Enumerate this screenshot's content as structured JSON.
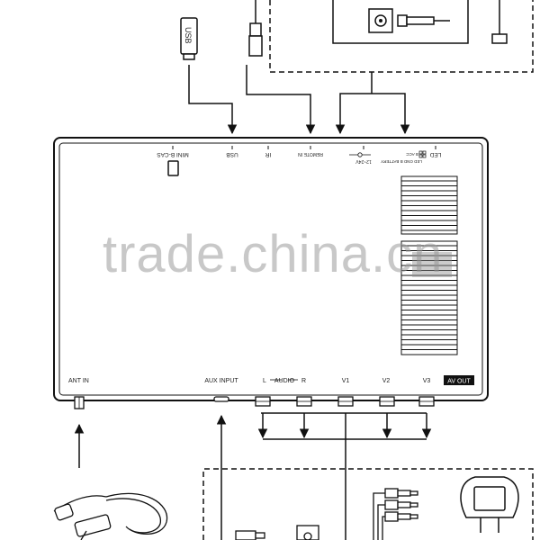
{
  "device": {
    "top_ports": {
      "mini_b_cas": "MINI B-CAS",
      "usb": "USB",
      "ir": "IR",
      "remote_in": "REMOTE IN",
      "power": "12~24V",
      "led_battery": "LED GND B BATTERY",
      "acc": "B ACC",
      "led": "LED"
    },
    "bottom_ports": {
      "ant_in": "ANT IN",
      "aux_input": "AUX INPUT",
      "audio_l": "L",
      "audio": "AUDIO",
      "audio_r": "R",
      "v1": "V1",
      "v2": "V2",
      "v3": "V3",
      "av_out": "AV OUT"
    }
  },
  "accessories": {
    "usb_stick": "USB"
  },
  "watermark": "trade.china.cn"
}
